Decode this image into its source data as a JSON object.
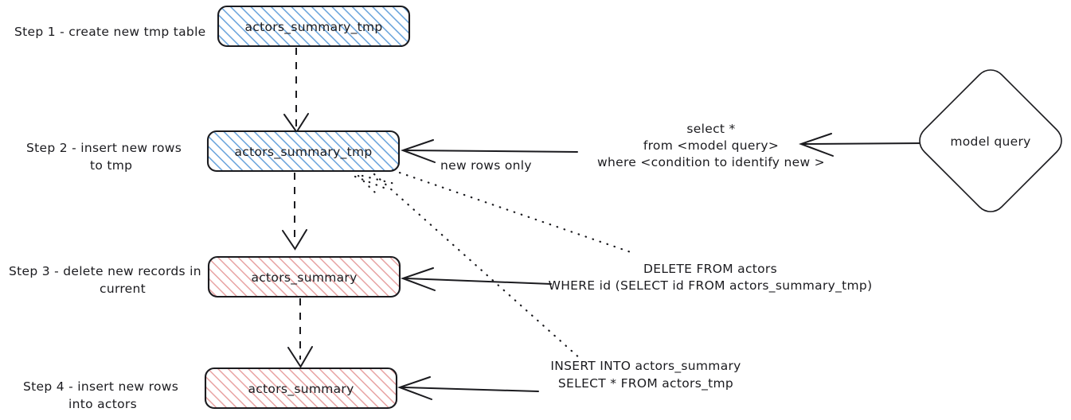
{
  "diagram": {
    "title_steps": [
      {
        "id": "step1",
        "label_lines": [
          "Step 1 - create new tmp table"
        ]
      },
      {
        "id": "step2",
        "label_lines": [
          "Step 2 - insert new rows",
          "to tmp"
        ]
      },
      {
        "id": "step3",
        "label_lines": [
          "Step 3 - delete new records in",
          "current"
        ]
      },
      {
        "id": "step4",
        "label_lines": [
          "Step 4 - insert new rows",
          "into actors"
        ]
      }
    ],
    "nodes": [
      {
        "id": "node-tmp-1",
        "label": "actors_summary_tmp",
        "shape": "rounded-rect",
        "fill": "blue-hatch"
      },
      {
        "id": "node-tmp-2",
        "label": "actors_summary_tmp",
        "shape": "rounded-rect",
        "fill": "blue-hatch"
      },
      {
        "id": "node-summary-1",
        "label": "actors_summary",
        "shape": "rounded-rect",
        "fill": "red-hatch"
      },
      {
        "id": "node-summary-2",
        "label": "actors_summary",
        "shape": "rounded-rect",
        "fill": "red-hatch"
      },
      {
        "id": "node-model-query",
        "label": "model query",
        "shape": "diamond",
        "fill": "white"
      }
    ],
    "edge_labels": [
      {
        "id": "new-rows-only",
        "lines": [
          "new rows only"
        ]
      },
      {
        "id": "model-query-sql",
        "lines": [
          "select *",
          "from <model query>",
          "where <condition to identify new >"
        ]
      },
      {
        "id": "delete-sql",
        "lines": [
          "DELETE FROM actors",
          "WHERE id (SELECT id FROM actors_summary_tmp)"
        ]
      },
      {
        "id": "insert-sql",
        "lines": [
          "INSERT INTO actors_summary",
          "SELECT * FROM actors_tmp"
        ]
      }
    ],
    "colors": {
      "stroke": "#1b1b1f",
      "blue_hatch": "#6aa4dc",
      "red_hatch": "#e8a3a3",
      "background": "#ffffff"
    }
  }
}
